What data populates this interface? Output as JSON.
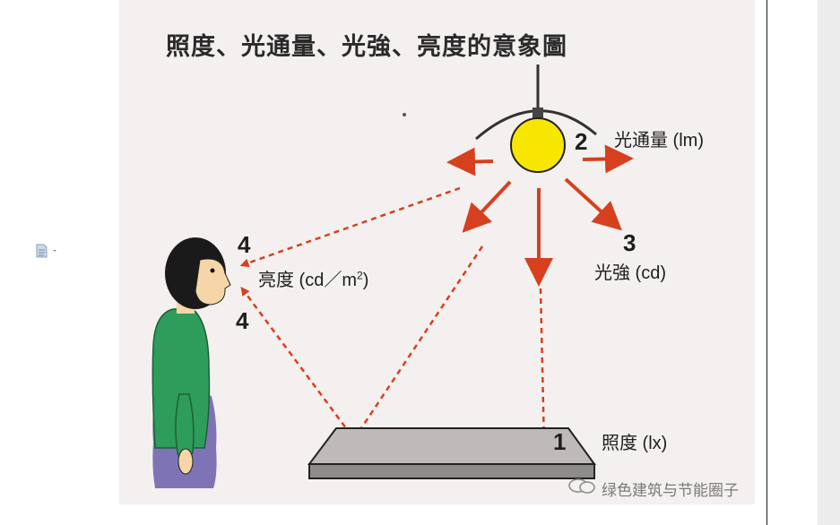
{
  "side_icon": {
    "name": "document-icon"
  },
  "figure": {
    "title": "照度、光通量、光強、亮度的意象圖",
    "labels": {
      "n2": "2",
      "luminous_flux": "光通量 (lm)",
      "n3": "3",
      "luminous_intensity": "光強 (cd)",
      "n4_top": "4",
      "luminance": "亮度 (cd／m",
      "luminance_sup": "2",
      "luminance_end": ")",
      "n4_bottom": "4",
      "n1": "1",
      "illuminance": "照度 (lx)"
    },
    "watermark": "绿色建筑与节能圈子"
  },
  "colors": {
    "background": "#f3f0ef",
    "arrow": "#d6401e",
    "bulb": "#f7e600",
    "sweater": "#2e9c5a",
    "skirt": "#7e74b5",
    "hair": "#1a1a1a",
    "skin": "#f6d6a8",
    "table_top": "#bfbaba",
    "table_side": "#8f8b8b"
  }
}
